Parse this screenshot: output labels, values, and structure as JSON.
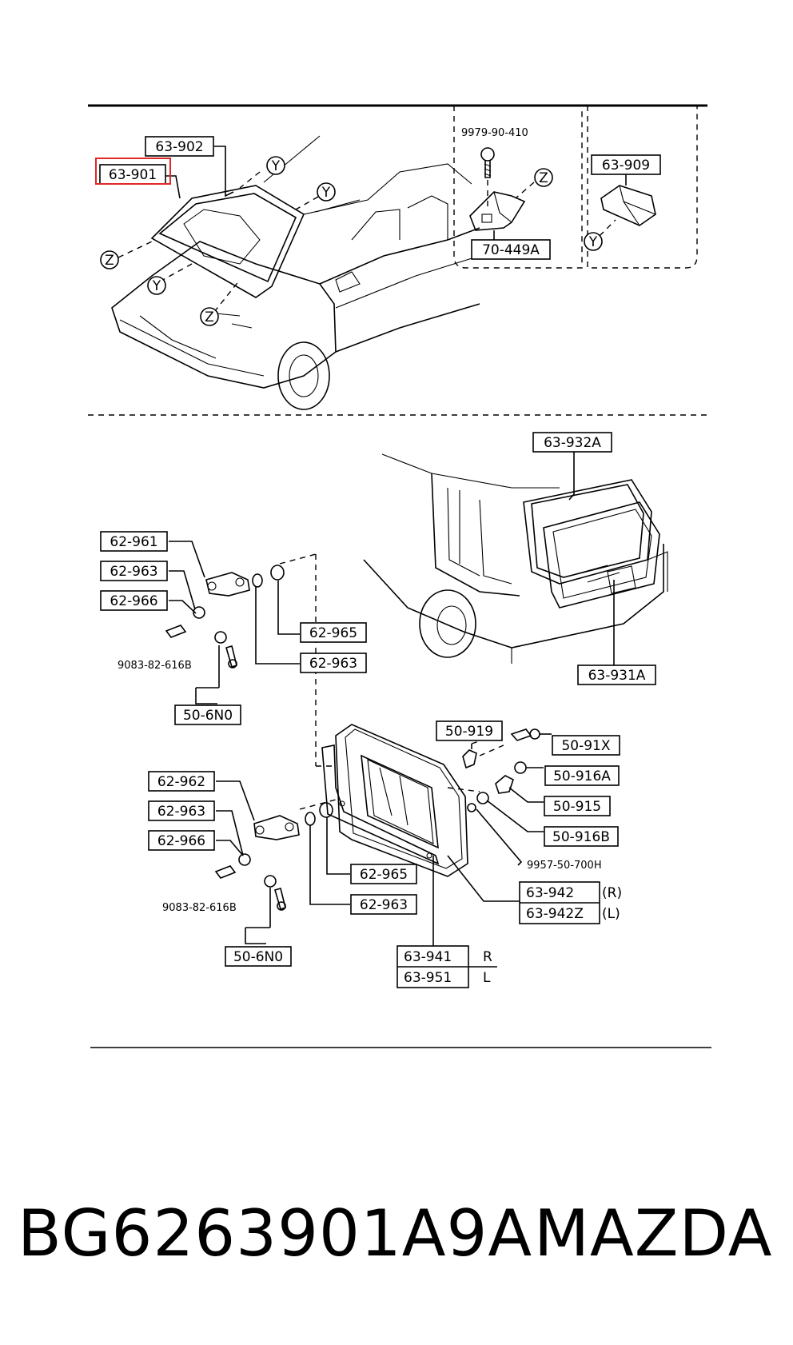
{
  "labels": {
    "l63902": "63-902",
    "l63901": "63-901",
    "l9979": "9979-90-410",
    "l63909": "63-909",
    "l70449a": "70-449A",
    "l63932a": "63-932A",
    "l63931a": "63-931A",
    "l62961": "62-961",
    "l62963a": "62-963",
    "l62966a": "62-966",
    "l62965a": "62-965",
    "l62963b": "62-963",
    "l9083a": "9083-82-616B",
    "l506noa": "50-6N0",
    "l50919": "50-919",
    "l5091x": "50-91X",
    "l50916a": "50-916A",
    "l50915": "50-915",
    "l50916b": "50-916B",
    "l9957": "9957-50-700H",
    "l62962": "62-962",
    "l62963c": "62-963",
    "l62966b": "62-966",
    "l62965b": "62-965",
    "l62963d": "62-963",
    "l9083b": "9083-82-616B",
    "l506nob": "50-6N0",
    "l63942": "63-942",
    "l63942z": "63-942Z",
    "r_side": "(R)",
    "l_side": "(L)",
    "l63941": "63-941",
    "l63951": "63-951",
    "r_short": "R",
    "l_short": "L"
  },
  "callouts": {
    "y": "Y",
    "z": "Z"
  },
  "caption": {
    "part_number": "BG6263901A9A",
    "make": "MAZDA"
  },
  "colors": {
    "highlight": "#e02828",
    "ink": "#000000"
  }
}
